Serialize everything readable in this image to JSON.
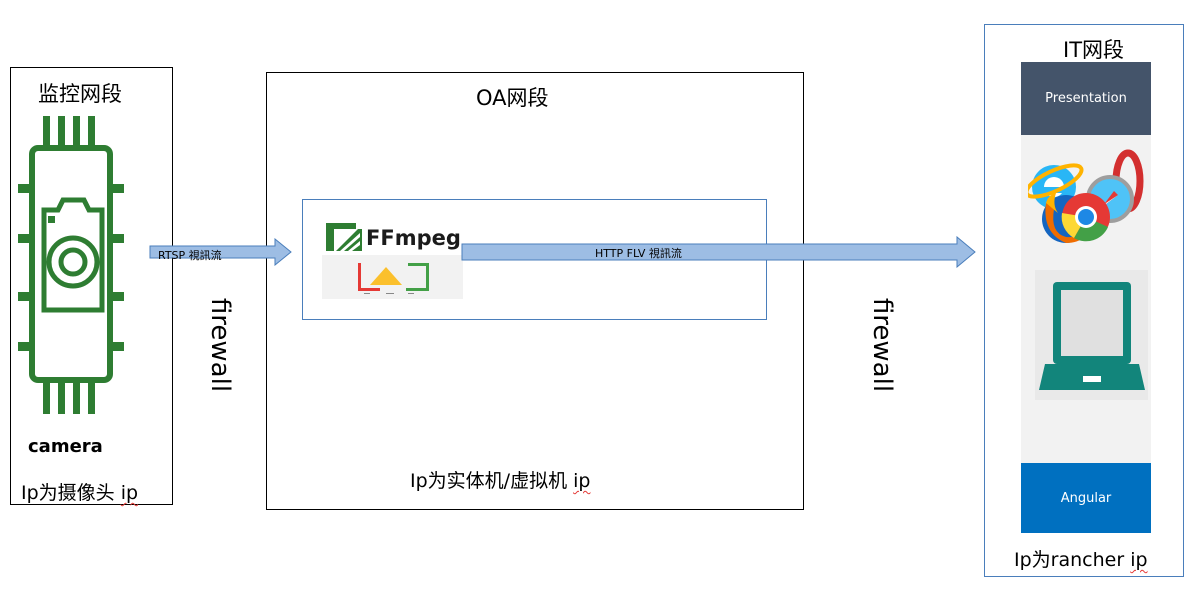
{
  "monitor_zone": {
    "title": "监控网段",
    "device_label": "camera",
    "ip_prefix": "Ip为摄像头 ",
    "ip_suffix": "ip"
  },
  "oa_zone": {
    "title": "OA网段",
    "ffmpeg_label": "FFmpeg",
    "ip_prefix": "Ip为实体机/虚拟机 ",
    "ip_suffix": "ip"
  },
  "it_zone": {
    "title": "IT网段",
    "presentation_label": "Presentation",
    "angular_label": "Angular",
    "ip_prefix": "Ip为rancher ",
    "ip_suffix": "ip"
  },
  "flows": {
    "rtsp": "RTSP 視訊流",
    "http_flv": "HTTP FLV 視訊流"
  },
  "firewalls": [
    "firewall",
    "firewall"
  ],
  "colors": {
    "camera_green": "#2e7d32",
    "arrow_fill": "#9dbde4",
    "arrow_stroke": "#4a7ebb",
    "presentation_bg": "#44546a",
    "angular_bg": "#0070c0",
    "inner_box_border": "#4a7ebb",
    "laptop_teal": "#12857b"
  }
}
